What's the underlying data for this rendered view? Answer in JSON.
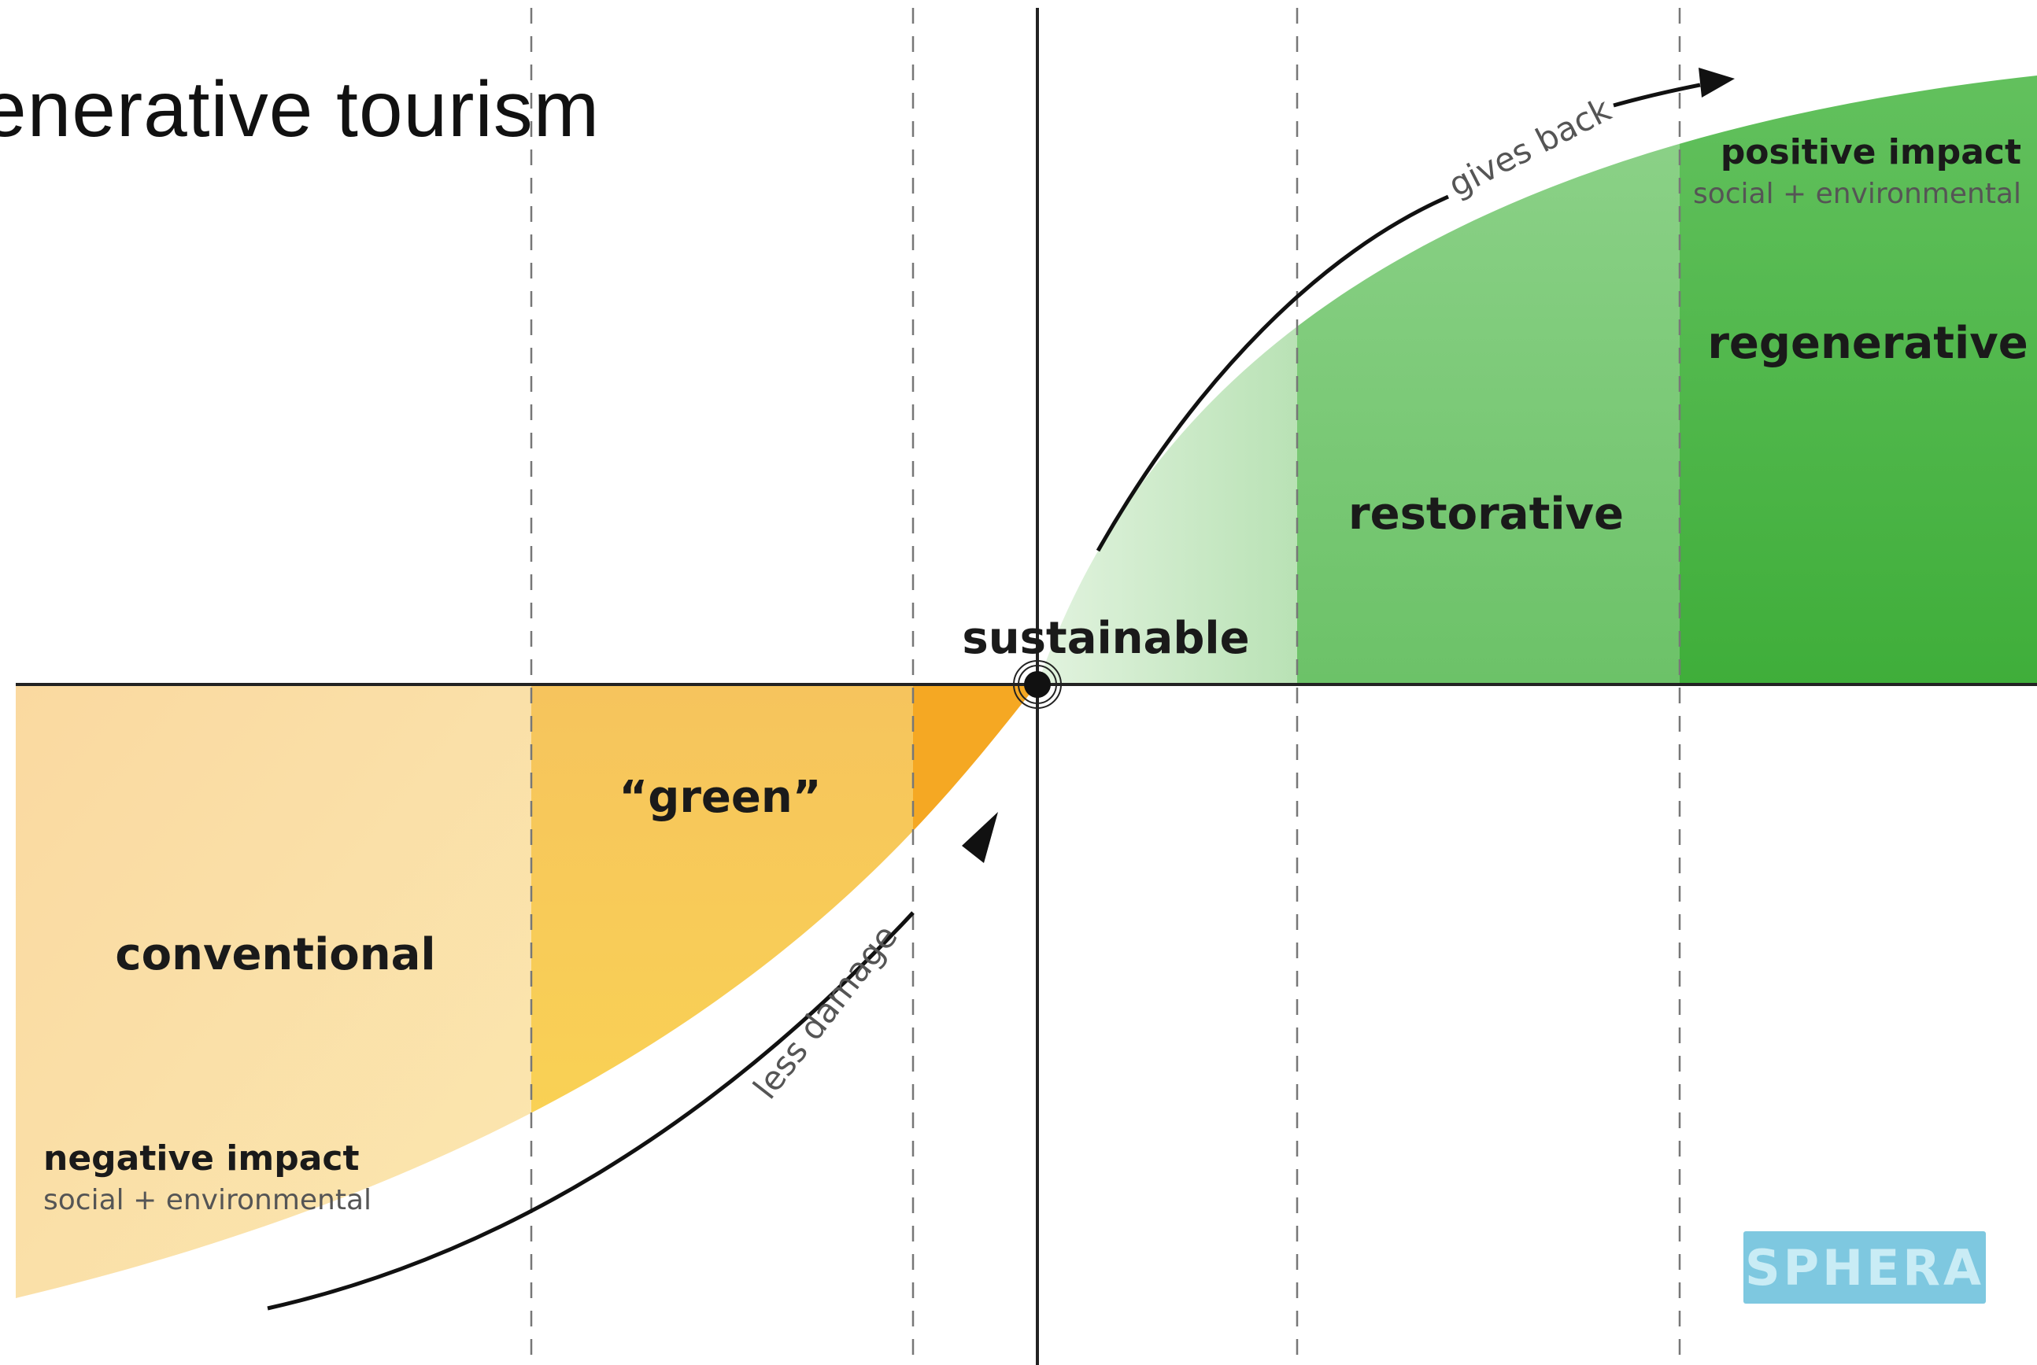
{
  "title": "enerative tourism",
  "stages": {
    "conventional": "conventional",
    "green": "“green”",
    "sustainable": "sustainable",
    "restorative": "restorative",
    "regenerative": "regenerative"
  },
  "impacts": {
    "negative_title": "negative impact",
    "negative_sub": "social + environmental",
    "positive_title": "positive impact",
    "positive_sub": "social + environmental"
  },
  "curve_labels": {
    "lower": "less damage",
    "upper": "gives back"
  },
  "logo": "SPHERA",
  "colors": {
    "negative_light": "#fbe3a6",
    "negative_mid": "#f9cf63",
    "negative_dark": "#f5a51c",
    "positive_light": "#c6e8c4",
    "positive_mid": "#7fcf7b",
    "positive_dark": "#4bb447",
    "axis": "#222222",
    "logo_bg": "#7ec8e0"
  }
}
